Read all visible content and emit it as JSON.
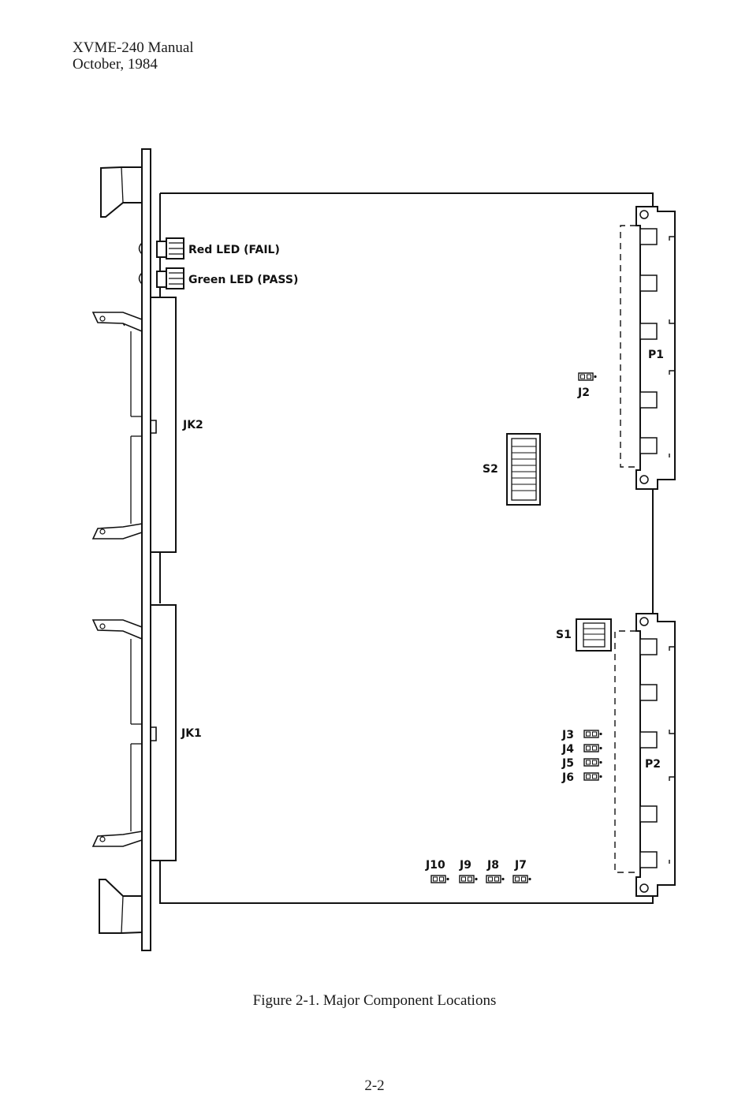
{
  "header": {
    "line1": "XVME-240 Manual",
    "line2": "October, 1984"
  },
  "labels": {
    "red_led": "Red LED (FAIL)",
    "green_led": "Green LED (PASS)",
    "jk2": "JK2",
    "jk1": "JK1",
    "p1": "P1",
    "p2": "P2",
    "j2": "J2",
    "s2": "S2",
    "s1": "S1",
    "j3": "J3",
    "j4": "J4",
    "j5": "J5",
    "j6": "J6",
    "j10": "J10",
    "j9": "J9",
    "j8": "J8",
    "j7": "J7"
  },
  "caption": "Figure 2-1. Major Component Locations",
  "page_number": "2-2"
}
